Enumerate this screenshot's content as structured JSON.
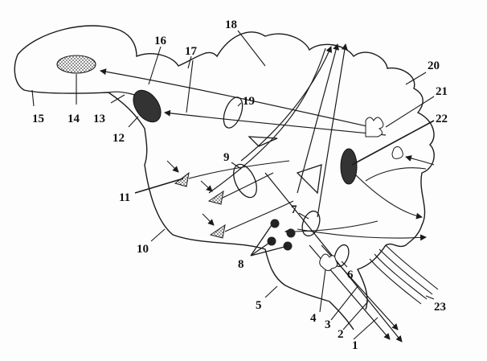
{
  "diagram": {
    "labels": {
      "n1": "1",
      "n2": "2",
      "n3": "3",
      "n4": "4",
      "n5": "5",
      "n6": "6",
      "n7": "7",
      "n8": "8",
      "n9": "9",
      "n10": "10",
      "n11": "11",
      "n12": "12",
      "n13": "13",
      "n14": "14",
      "n15": "15",
      "n16": "16",
      "n17": "17",
      "n18": "18",
      "n19": "19",
      "n20": "20",
      "n21": "21",
      "n22": "22",
      "n23": "23"
    },
    "colors": {
      "line": "#1a1a1a",
      "fill_dark": "#333333",
      "fill_dotted": "#9a9a9a",
      "background": "#fdfdfd"
    }
  }
}
